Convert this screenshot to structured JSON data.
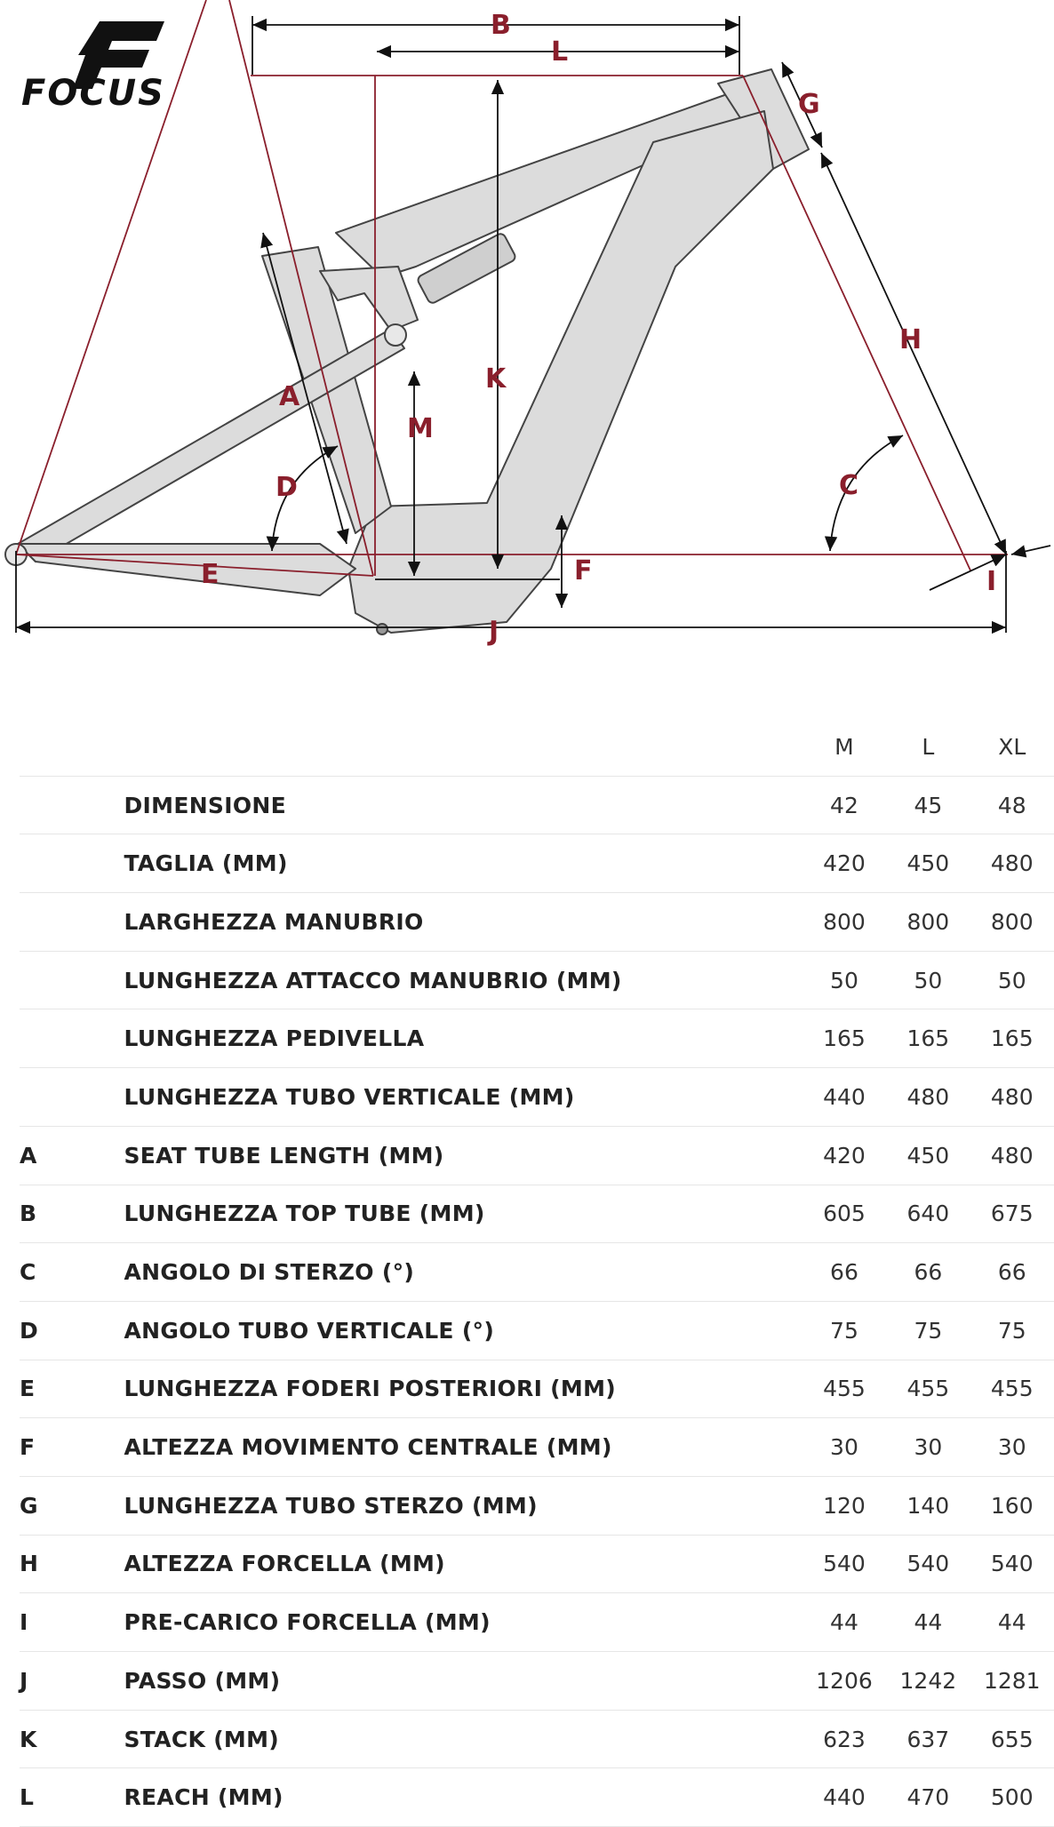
{
  "brand": {
    "name": "FOCUS"
  },
  "diagram": {
    "labels": {
      "A": "A",
      "B": "B",
      "C": "C",
      "D": "D",
      "E": "E",
      "F": "F",
      "G": "G",
      "H": "H",
      "I": "I",
      "J": "J",
      "K": "K",
      "L": "L",
      "M": "M"
    },
    "colors": {
      "frame_fill": "#dcdcdc",
      "frame_stroke": "#444444",
      "dim_red": "#8a1f2c",
      "dim_black": "#111111"
    }
  },
  "table": {
    "sizes": [
      "M",
      "L",
      "XL"
    ],
    "rows": [
      {
        "code": "",
        "label": "DIMENSIONE",
        "values": [
          "42",
          "45",
          "48"
        ]
      },
      {
        "code": "",
        "label": "TAGLIA (MM)",
        "values": [
          "420",
          "450",
          "480"
        ]
      },
      {
        "code": "",
        "label": "LARGHEZZA MANUBRIO",
        "values": [
          "800",
          "800",
          "800"
        ]
      },
      {
        "code": "",
        "label": "LUNGHEZZA ATTACCO MANUBRIO (MM)",
        "values": [
          "50",
          "50",
          "50"
        ]
      },
      {
        "code": "",
        "label": "LUNGHEZZA PEDIVELLA",
        "values": [
          "165",
          "165",
          "165"
        ]
      },
      {
        "code": "",
        "label": "LUNGHEZZA TUBO VERTICALE (MM)",
        "values": [
          "440",
          "480",
          "480"
        ]
      },
      {
        "code": "A",
        "label": "SEAT TUBE LENGTH (MM)",
        "values": [
          "420",
          "450",
          "480"
        ]
      },
      {
        "code": "B",
        "label": "LUNGHEZZA TOP TUBE (MM)",
        "values": [
          "605",
          "640",
          "675"
        ]
      },
      {
        "code": "C",
        "label": "ANGOLO DI STERZO (°)",
        "values": [
          "66",
          "66",
          "66"
        ]
      },
      {
        "code": "D",
        "label": "ANGOLO TUBO VERTICALE (°)",
        "values": [
          "75",
          "75",
          "75"
        ]
      },
      {
        "code": "E",
        "label": "LUNGHEZZA FODERI POSTERIORI (MM)",
        "values": [
          "455",
          "455",
          "455"
        ]
      },
      {
        "code": "F",
        "label": "ALTEZZA MOVIMENTO CENTRALE (MM)",
        "values": [
          "30",
          "30",
          "30"
        ]
      },
      {
        "code": "G",
        "label": "LUNGHEZZA TUBO STERZO (MM)",
        "values": [
          "120",
          "140",
          "160"
        ]
      },
      {
        "code": "H",
        "label": "ALTEZZA FORCELLA (MM)",
        "values": [
          "540",
          "540",
          "540"
        ]
      },
      {
        "code": "I",
        "label": "PRE-CARICO FORCELLA (MM)",
        "values": [
          "44",
          "44",
          "44"
        ]
      },
      {
        "code": "J",
        "label": "PASSO (MM)",
        "values": [
          "1206",
          "1242",
          "1281"
        ]
      },
      {
        "code": "K",
        "label": "STACK (MM)",
        "values": [
          "623",
          "637",
          "655"
        ]
      },
      {
        "code": "L",
        "label": "REACH (MM)",
        "values": [
          "440",
          "470",
          "500"
        ]
      }
    ]
  }
}
